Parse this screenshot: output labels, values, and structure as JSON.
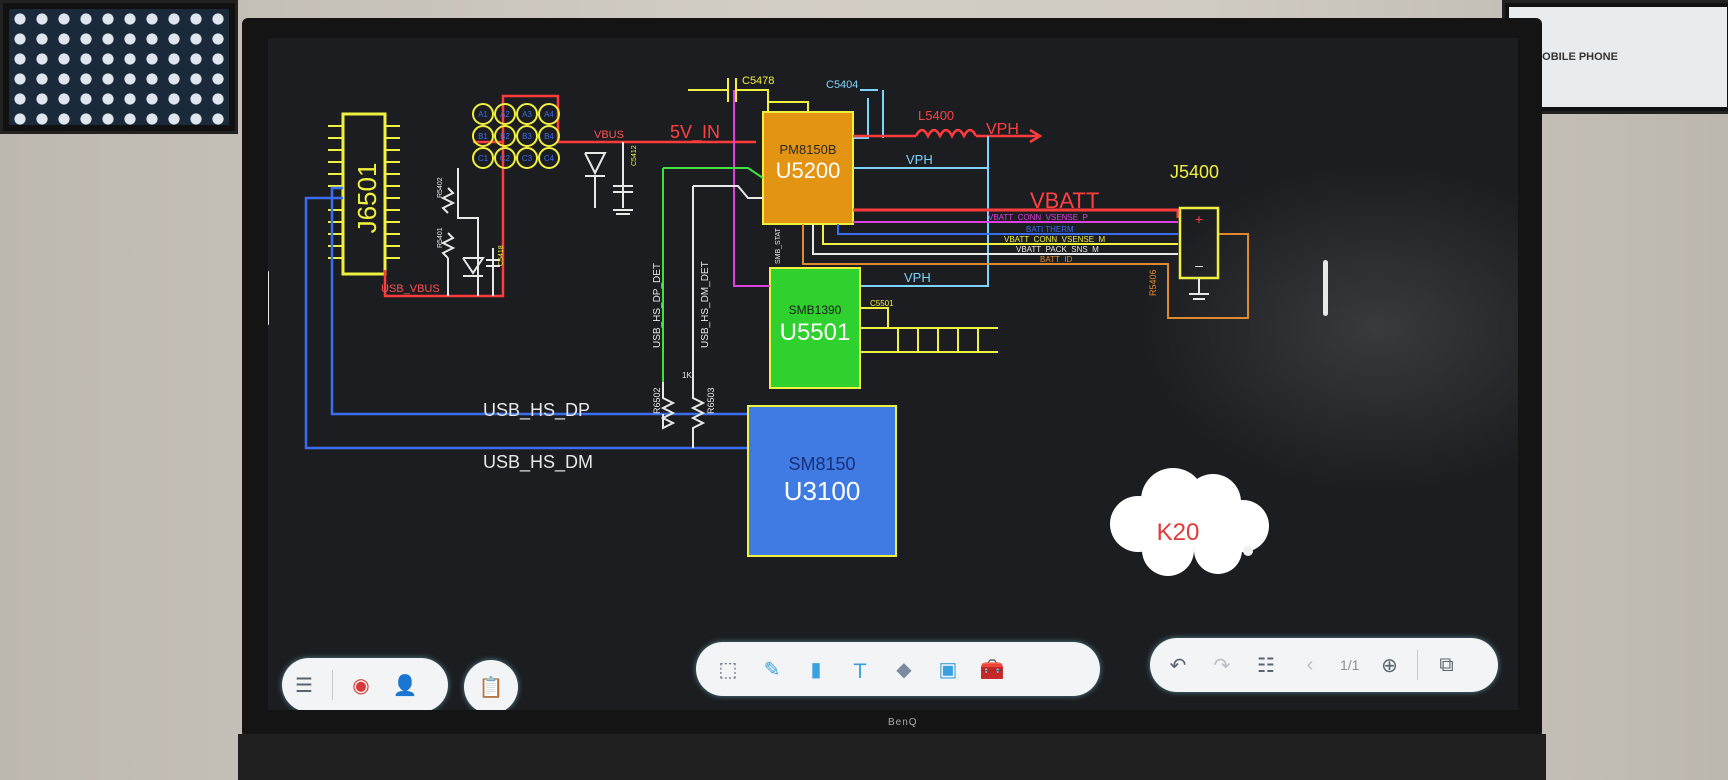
{
  "schematic": {
    "connector_usb": "J6501",
    "net_usb_vbus": "USB_VBUS",
    "net_vbus": "VBUS",
    "net_5v_in": "5V_IN",
    "cap_c5478": "C5478",
    "cap_c5404": "C5404",
    "inductor": "L5400",
    "net_vph": "VPH",
    "pmic_part": "PM8150B",
    "pmic_ref": "U5200",
    "charger_part": "SMB1390",
    "charger_ref": "U5501",
    "soc_part": "SM8150",
    "soc_ref": "U3100",
    "battery_connector": "J5400",
    "net_vbatt": "VBATT",
    "net_vbatt_conn_vsense_p": "VBATT_CONN_VSENSE_P",
    "net_bat_therm": "BATI THERM",
    "net_vbatt_conn_vsense_m": "VBATT_CONN_VSENSE_M",
    "net_vbatt_pack_sns_m": "VBATT_PACK_SNS_M",
    "net_batt_id": "BATT_ID",
    "net_usb_hs_dp": "USB_HS_DP",
    "net_usb_hs_dm": "USB_HS_DM",
    "net_usb_hs_dp_det": "USB_HS_DP_DET",
    "net_usb_hs_dm_det": "USB_HS_DM_DET",
    "res_r6502": "R6502",
    "res_r6503": "R6503",
    "res_r5406": "R5406",
    "res_r5402": "R5402",
    "res_r5401": "R5401",
    "cap_c5501": "C5501",
    "cap_c5412": "C5412",
    "cap_c5418": "C5418",
    "res_1k": "1K",
    "smb_stat": "SMB_STAT",
    "ball_labels": [
      "A1",
      "A2",
      "A3",
      "A4",
      "B1",
      "B2",
      "B3",
      "B4",
      "C1",
      "C2",
      "C3",
      "C4"
    ]
  },
  "note_cloud": "K20",
  "toolbar": {
    "page_indicator": "1/1"
  },
  "side_monitor_text": "MOBILE PHONE",
  "brand": "BenQ",
  "colors": {
    "usb_line": "#3a6df0",
    "power_line": "#ff3b3b",
    "vph_line": "#7fd3ff",
    "yellow": "#f0f040",
    "pmic_fill": "#e39412",
    "charger_fill": "#2ed12e",
    "soc_fill": "#3f7be3",
    "green_line": "#3fe03f",
    "white_line": "#e8e8e8",
    "magenta": "#e040e0",
    "orange": "#e08a30"
  }
}
